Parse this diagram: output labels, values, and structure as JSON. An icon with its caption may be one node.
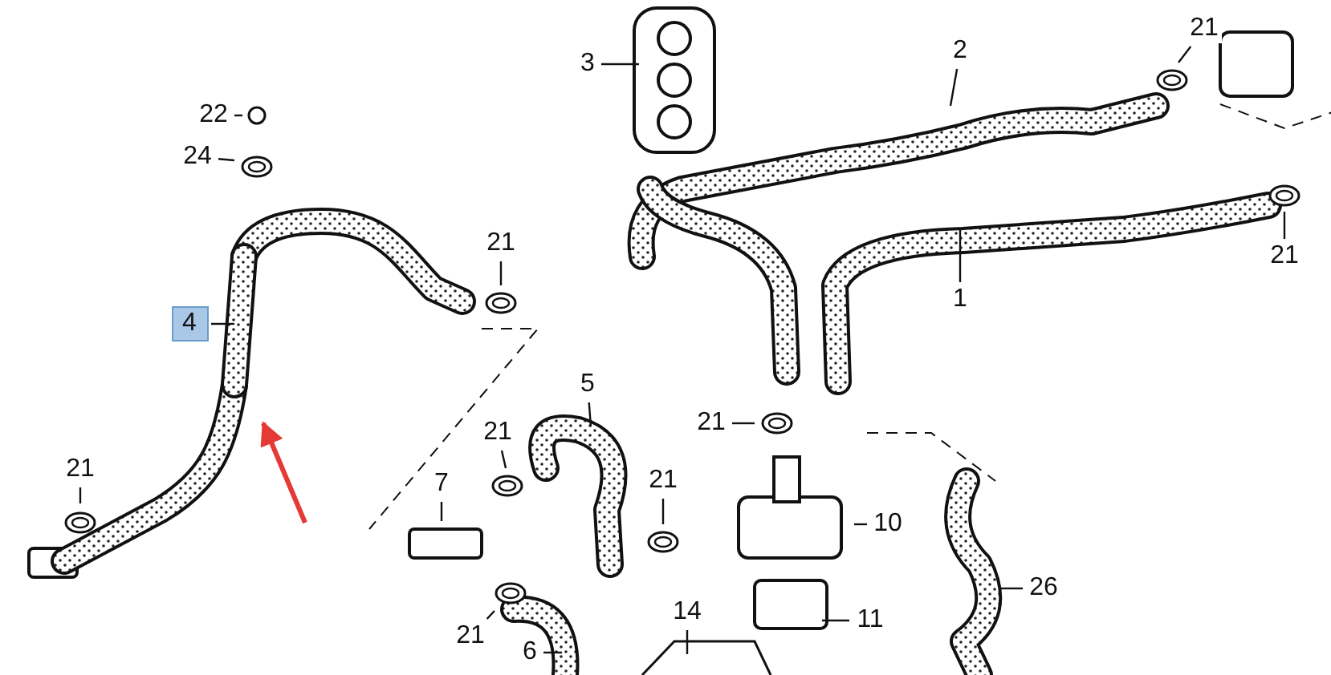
{
  "diagram": {
    "nodes": [
      {
        "text": [
          "21"
        ]
      },
      {
        "text": [
          "3"
        ]
      },
      {
        "text": [
          "2"
        ]
      },
      {
        "text": [
          "22"
        ]
      },
      {
        "text": [
          "24"
        ]
      },
      {
        "text": [
          "21"
        ]
      },
      {
        "text": [
          "21"
        ]
      },
      {
        "text": [
          "1"
        ]
      },
      {
        "text": [
          "4"
        ]
      },
      {
        "text": [
          "5"
        ]
      },
      {
        "text": [
          "21"
        ]
      },
      {
        "text": [
          "21"
        ]
      },
      {
        "text": [
          "21"
        ]
      },
      {
        "text": [
          "21"
        ]
      },
      {
        "text": [
          "7"
        ]
      },
      {
        "text": [
          "10"
        ]
      },
      {
        "text": [
          "26"
        ]
      },
      {
        "text": [
          "14"
        ]
      },
      {
        "text": [
          "11"
        ]
      },
      {
        "text": [
          "21"
        ]
      },
      {
        "text": [
          "6"
        ]
      },
      {
        "text": [],
        "shape": "picture"
      }
    ],
    "edges": [
      {
        "from": 0,
        "to": null,
        "arrow": "none"
      },
      {
        "from": 1,
        "to": null,
        "arrow": "none"
      },
      {
        "from": 2,
        "to": null,
        "arrow": "none"
      },
      {
        "from": 3,
        "to": null,
        "arrow": "none"
      },
      {
        "from": 4,
        "to": null,
        "arrow": "none"
      },
      {
        "from": 5,
        "to": null,
        "arrow": "none"
      },
      {
        "from": 6,
        "to": null,
        "arrow": "none"
      },
      {
        "from": 7,
        "to": null,
        "arrow": "none"
      },
      {
        "from": 8,
        "to": 21,
        "arrow": "none"
      },
      {
        "from": 9,
        "to": null,
        "arrow": "none"
      },
      {
        "from": 10,
        "to": null,
        "arrow": "none"
      },
      {
        "from": 11,
        "to": null,
        "arrow": "none"
      },
      {
        "from": 12,
        "to": null,
        "arrow": "none"
      },
      {
        "from": 13,
        "to": null,
        "arrow": "none"
      },
      {
        "from": 14,
        "to": null,
        "arrow": "none"
      },
      {
        "from": 15,
        "to": null,
        "arrow": "none"
      },
      {
        "from": 16,
        "to": null,
        "arrow": "none"
      },
      {
        "from": 17,
        "to": null,
        "arrow": "none"
      },
      {
        "from": 18,
        "to": null,
        "arrow": "none"
      },
      {
        "from": 19,
        "to": null,
        "arrow": "none"
      },
      {
        "from": 20,
        "to": null,
        "arrow": "none"
      },
      {
        "from": null,
        "to": 21,
        "arrow": "to",
        "style": "thick",
        "color": "#e53935"
      }
    ]
  }
}
